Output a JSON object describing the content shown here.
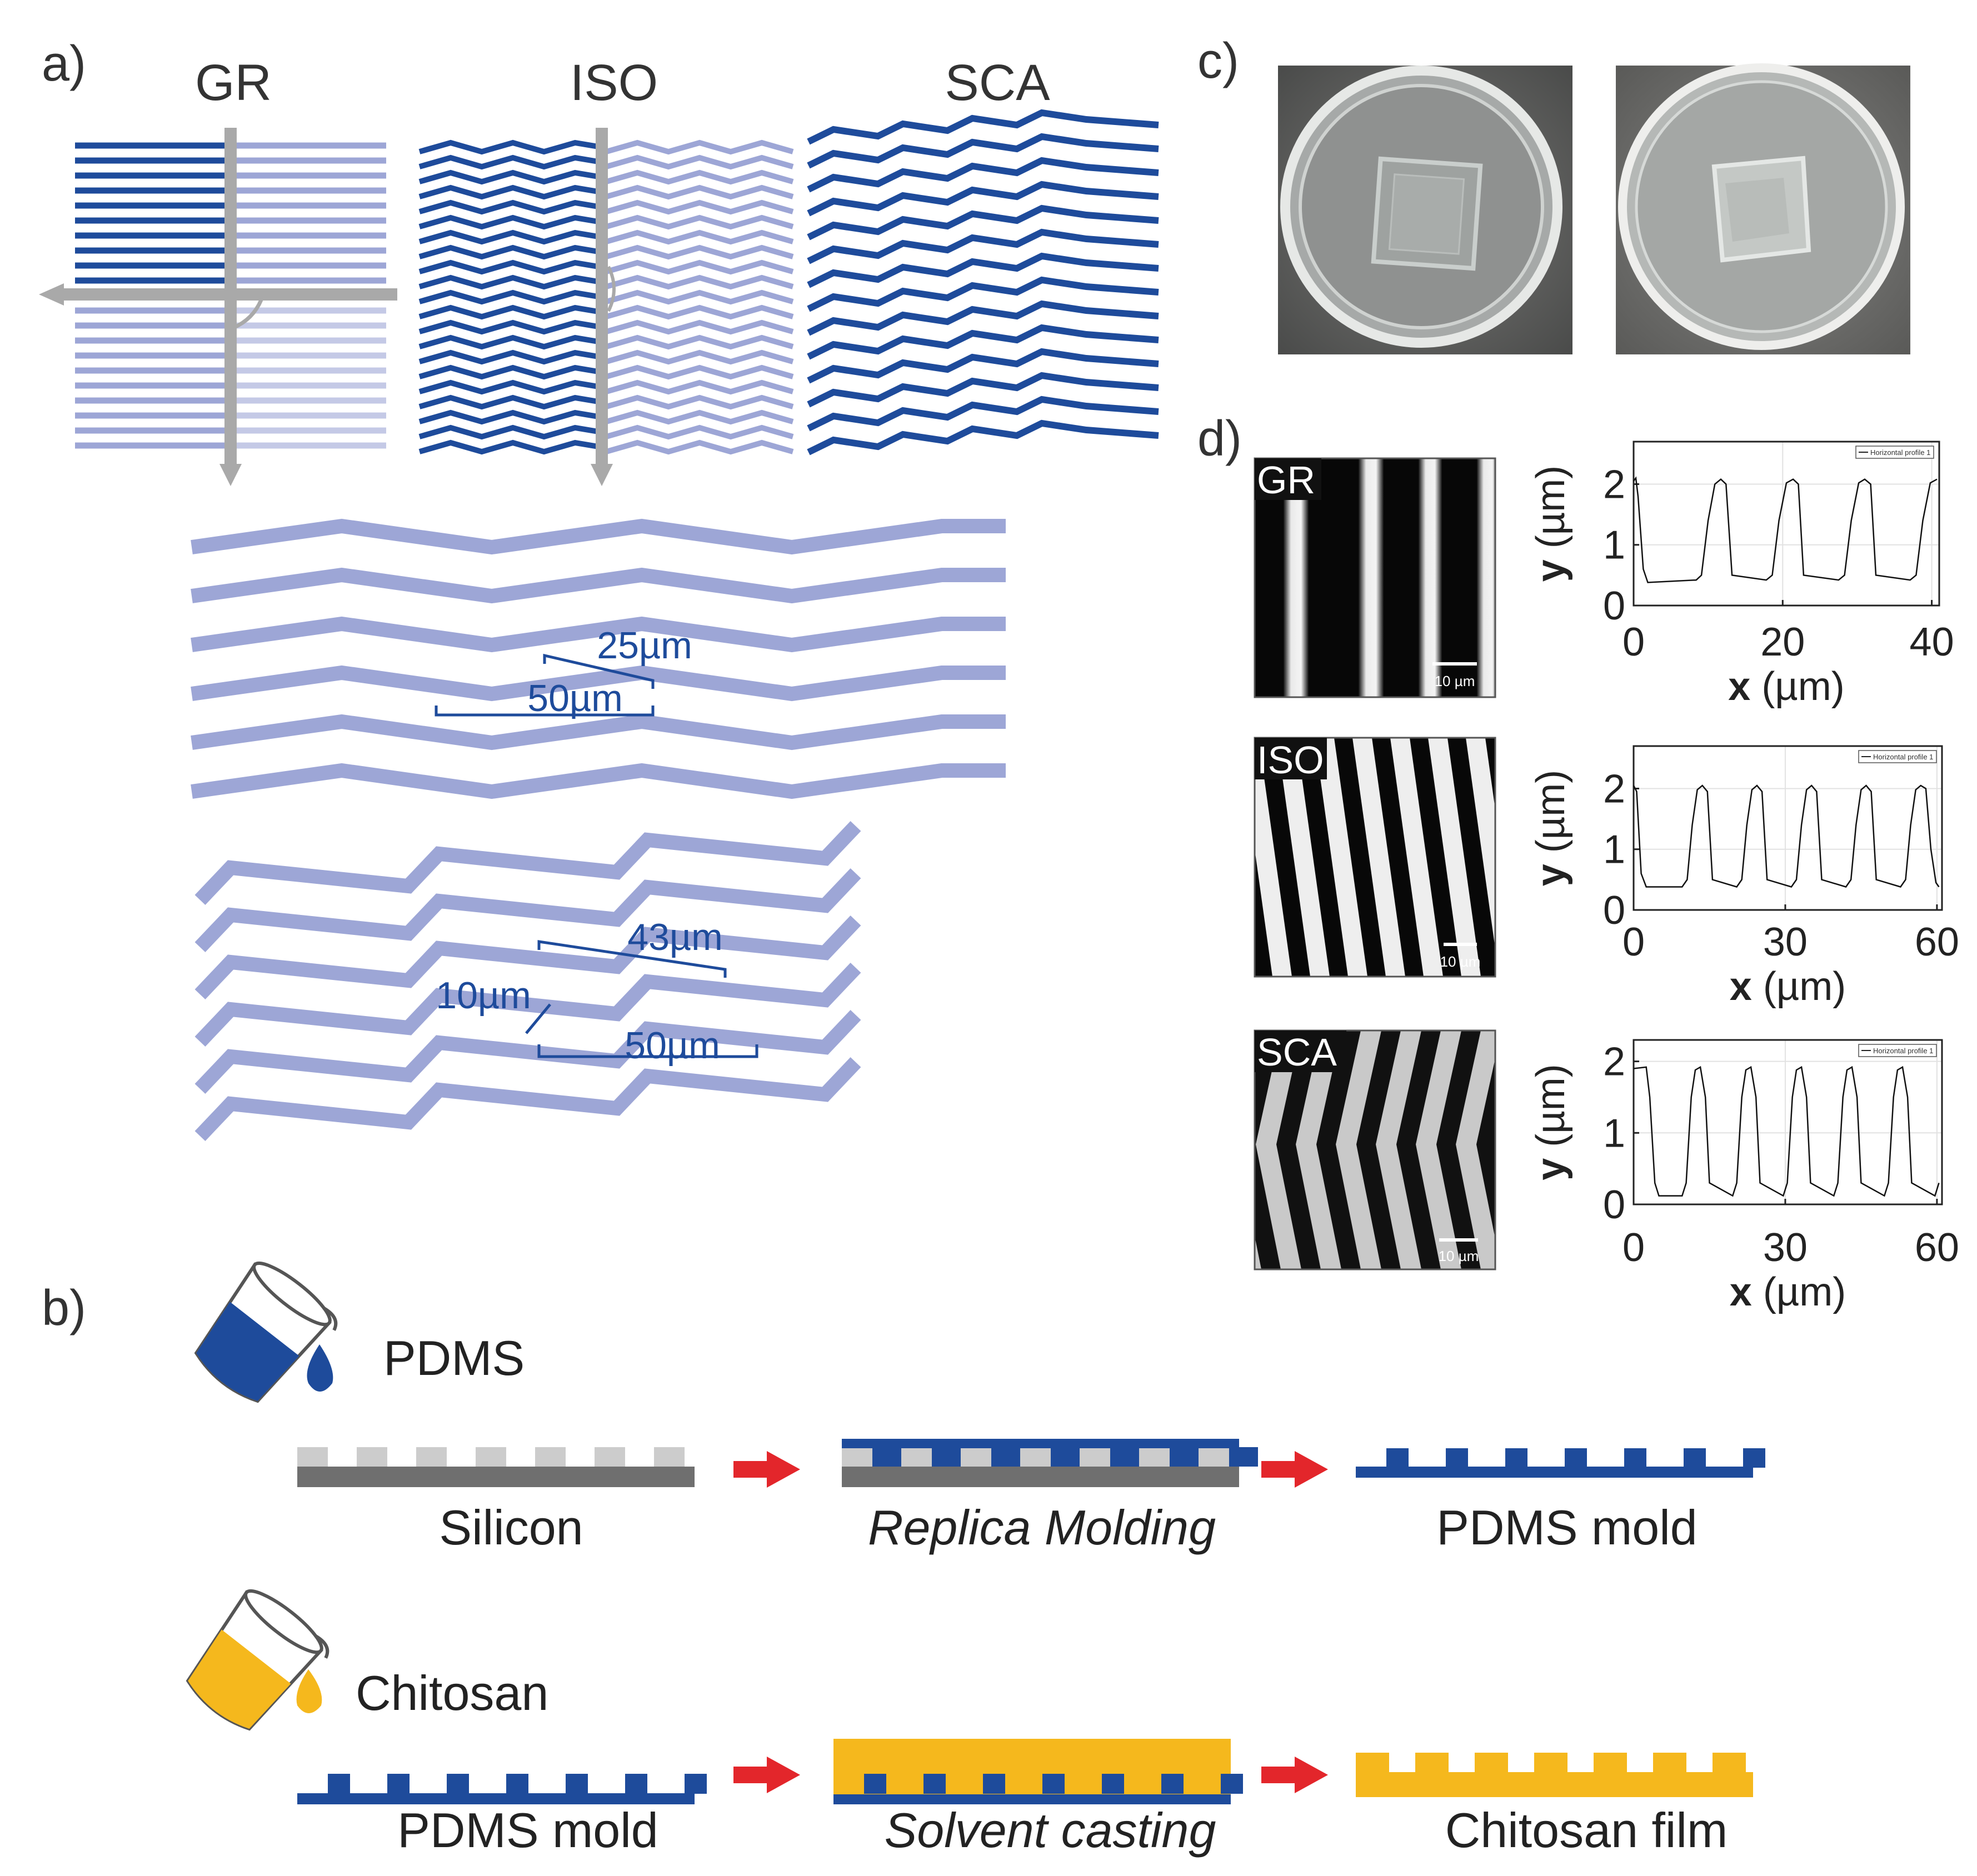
{
  "colors": {
    "dark_blue": "#1e4b9b",
    "light_blue": "#9da6d6",
    "pale_blue": "#c4c9e6",
    "gray_arrow": "#a9a9a9",
    "red_arrow": "#e3262b",
    "yellow": "#f5b81d",
    "silicon_dark": "#6f6f6f",
    "silicon_light": "#cccccc"
  },
  "panel_a": {
    "label": "a)",
    "titles": [
      "GR",
      "ISO",
      "SCA"
    ],
    "iso_dims": [
      "25µm",
      "50µm"
    ],
    "sca_dims": [
      "43µm",
      "10µm",
      "50µm"
    ]
  },
  "panel_b": {
    "label": "b)",
    "row1": {
      "liquid": "PDMS",
      "steps": [
        "Silicon",
        "Replica Molding",
        "PDMS mold"
      ]
    },
    "row2": {
      "liquid": "Chitosan",
      "steps": [
        "PDMS mold",
        "Solvent casting",
        "Chitosan film"
      ]
    }
  },
  "panel_c": {
    "label": "c)"
  },
  "panel_d": {
    "label": "d)",
    "images": [
      {
        "label": "GR",
        "scalebar": "10 µm"
      },
      {
        "label": "ISO",
        "scalebar": "10 µm"
      },
      {
        "label": "SCA",
        "scalebar": "10 µm"
      }
    ]
  },
  "chart_data": [
    {
      "type": "line",
      "xlabel_bold": "x",
      "xlabel_unit": "(µm)",
      "ylabel_bold": "y",
      "ylabel_unit": "(µm)",
      "legend": "Horizontal profile 1",
      "xlim": [
        0,
        41
      ],
      "ylim": [
        0,
        2.7
      ],
      "xticks": [
        0,
        20,
        40
      ],
      "yticks": [
        0,
        1,
        2
      ],
      "grid": true,
      "x": [
        0,
        0.3,
        0.6,
        1.3,
        1.9,
        8.4,
        9.1,
        10,
        10.9,
        11.7,
        12.4,
        13.2,
        17.8,
        18.6,
        19.5,
        20.5,
        21.4,
        22.1,
        22.8,
        27.5,
        28.3,
        29.2,
        30.2,
        31,
        31.8,
        32.5,
        37.1,
        37.9,
        38.8,
        39.8,
        40.7
      ],
      "y": [
        2.05,
        2.1,
        1.8,
        0.6,
        0.38,
        0.42,
        0.5,
        1.4,
        2.0,
        2.08,
        2.0,
        0.5,
        0.42,
        0.5,
        1.4,
        2.02,
        2.08,
        2.0,
        0.5,
        0.42,
        0.5,
        1.4,
        2.02,
        2.08,
        2.0,
        0.5,
        0.42,
        0.5,
        1.4,
        2.02,
        2.08
      ]
    },
    {
      "type": "line",
      "xlabel_bold": "x",
      "xlabel_unit": "(µm)",
      "ylabel_bold": "y",
      "ylabel_unit": "(µm)",
      "legend": "Horizontal profile 1",
      "xlim": [
        0,
        61
      ],
      "ylim": [
        0,
        2.7
      ],
      "xticks": [
        0,
        30,
        60
      ],
      "yticks": [
        0,
        1,
        2
      ],
      "grid": true,
      "x": [
        0,
        0.6,
        1.5,
        2.5,
        9.6,
        10.6,
        11.6,
        12.6,
        13.6,
        14.6,
        15.6,
        20.4,
        21.4,
        22.4,
        23.4,
        24.4,
        25.4,
        26.4,
        31.2,
        32.2,
        33.2,
        34.2,
        35.2,
        36.2,
        37.2,
        42,
        43,
        44,
        45,
        46,
        47,
        48,
        52.8,
        53.8,
        54.8,
        55.8,
        56.8,
        57.8,
        58.8,
        59.8,
        60.4
      ],
      "y": [
        2.05,
        1.95,
        0.6,
        0.38,
        0.38,
        0.5,
        1.4,
        1.98,
        2.05,
        1.95,
        0.5,
        0.38,
        0.5,
        1.4,
        1.98,
        2.05,
        1.95,
        0.5,
        0.38,
        0.5,
        1.4,
        1.98,
        2.05,
        1.95,
        0.5,
        0.38,
        0.5,
        1.4,
        1.98,
        2.05,
        1.95,
        0.5,
        0.38,
        0.5,
        1.4,
        1.98,
        2.05,
        2.0,
        1.0,
        0.45,
        0.38
      ]
    },
    {
      "type": "line",
      "xlabel_bold": "x",
      "xlabel_unit": "(µm)",
      "ylabel_bold": "y",
      "ylabel_unit": "(µm)",
      "legend": "Horizontal profile 1",
      "xlim": [
        0,
        61
      ],
      "ylim": [
        0,
        2.3
      ],
      "xticks": [
        0,
        30,
        60
      ],
      "yticks": [
        0,
        1,
        2
      ],
      "grid": true,
      "x": [
        0,
        2.5,
        3.2,
        4.2,
        5,
        9.6,
        10.4,
        11.4,
        12.2,
        13.2,
        14.2,
        15,
        19.6,
        20.4,
        21.4,
        22.2,
        23.2,
        24.2,
        25,
        29.6,
        30.4,
        31.4,
        32.2,
        33.2,
        34.2,
        35,
        39.6,
        40.4,
        41.4,
        42.2,
        43.2,
        44.2,
        45,
        49.6,
        50.4,
        51.4,
        52.2,
        53.2,
        54.2,
        55,
        59.6,
        60.4
      ],
      "y": [
        1.9,
        1.92,
        1.5,
        0.3,
        0.12,
        0.12,
        0.3,
        1.5,
        1.88,
        1.92,
        1.5,
        0.3,
        0.12,
        0.3,
        1.5,
        1.88,
        1.92,
        1.5,
        0.3,
        0.12,
        0.3,
        1.5,
        1.88,
        1.92,
        1.5,
        0.3,
        0.12,
        0.3,
        1.5,
        1.88,
        1.92,
        1.5,
        0.3,
        0.12,
        0.3,
        1.5,
        1.88,
        1.92,
        1.5,
        0.3,
        0.12,
        0.3
      ]
    }
  ]
}
